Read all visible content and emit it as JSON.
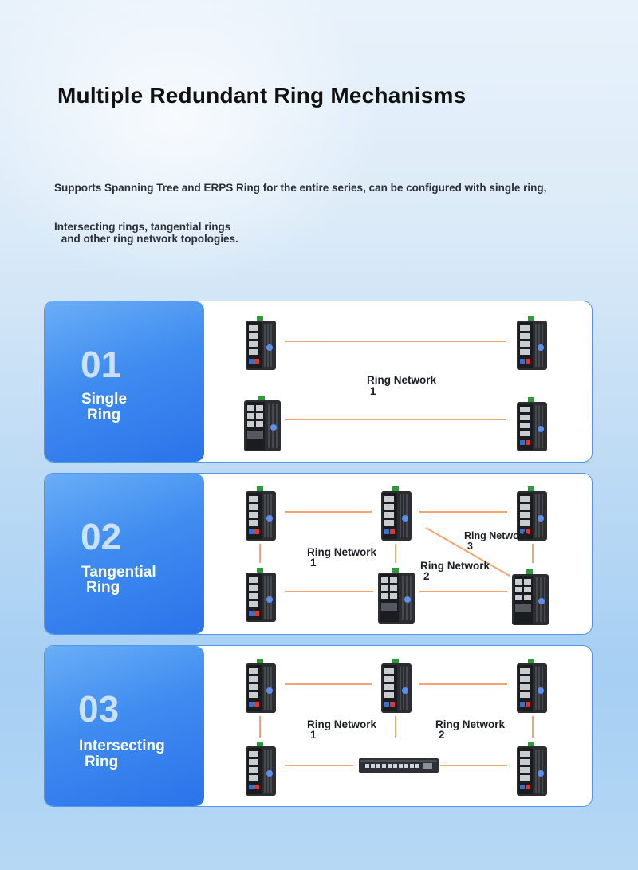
{
  "title": "Multiple Redundant Ring Mechanisms",
  "description": {
    "line1": "Supports Spanning Tree and ERPS Ring for the entire series, can be configured with single ring,",
    "line2": "Intersecting rings, tangential rings",
    "line3": " and other ring network topologies."
  },
  "link_color": "#f4a46e",
  "sections": [
    {
      "number": "01",
      "label_line1": "Single",
      "label_line2": "Ring",
      "ring_labels": [
        {
          "line1": "Ring Network",
          "line2": "1"
        }
      ]
    },
    {
      "number": "02",
      "label_line1": "Tangential",
      "label_line2": "Ring",
      "ring_labels": [
        {
          "line1": "Ring Network",
          "line2": "1"
        },
        {
          "line1": "Ring Network",
          "line2": "2"
        },
        {
          "line1": "Ring Network",
          "line2": "3"
        }
      ]
    },
    {
      "number": "03",
      "label_line1": "Intersecting",
      "label_line2": "Ring",
      "ring_labels": [
        {
          "line1": "Ring Network",
          "line2": "1"
        },
        {
          "line1": "Ring Network",
          "line2": "2"
        }
      ]
    }
  ]
}
